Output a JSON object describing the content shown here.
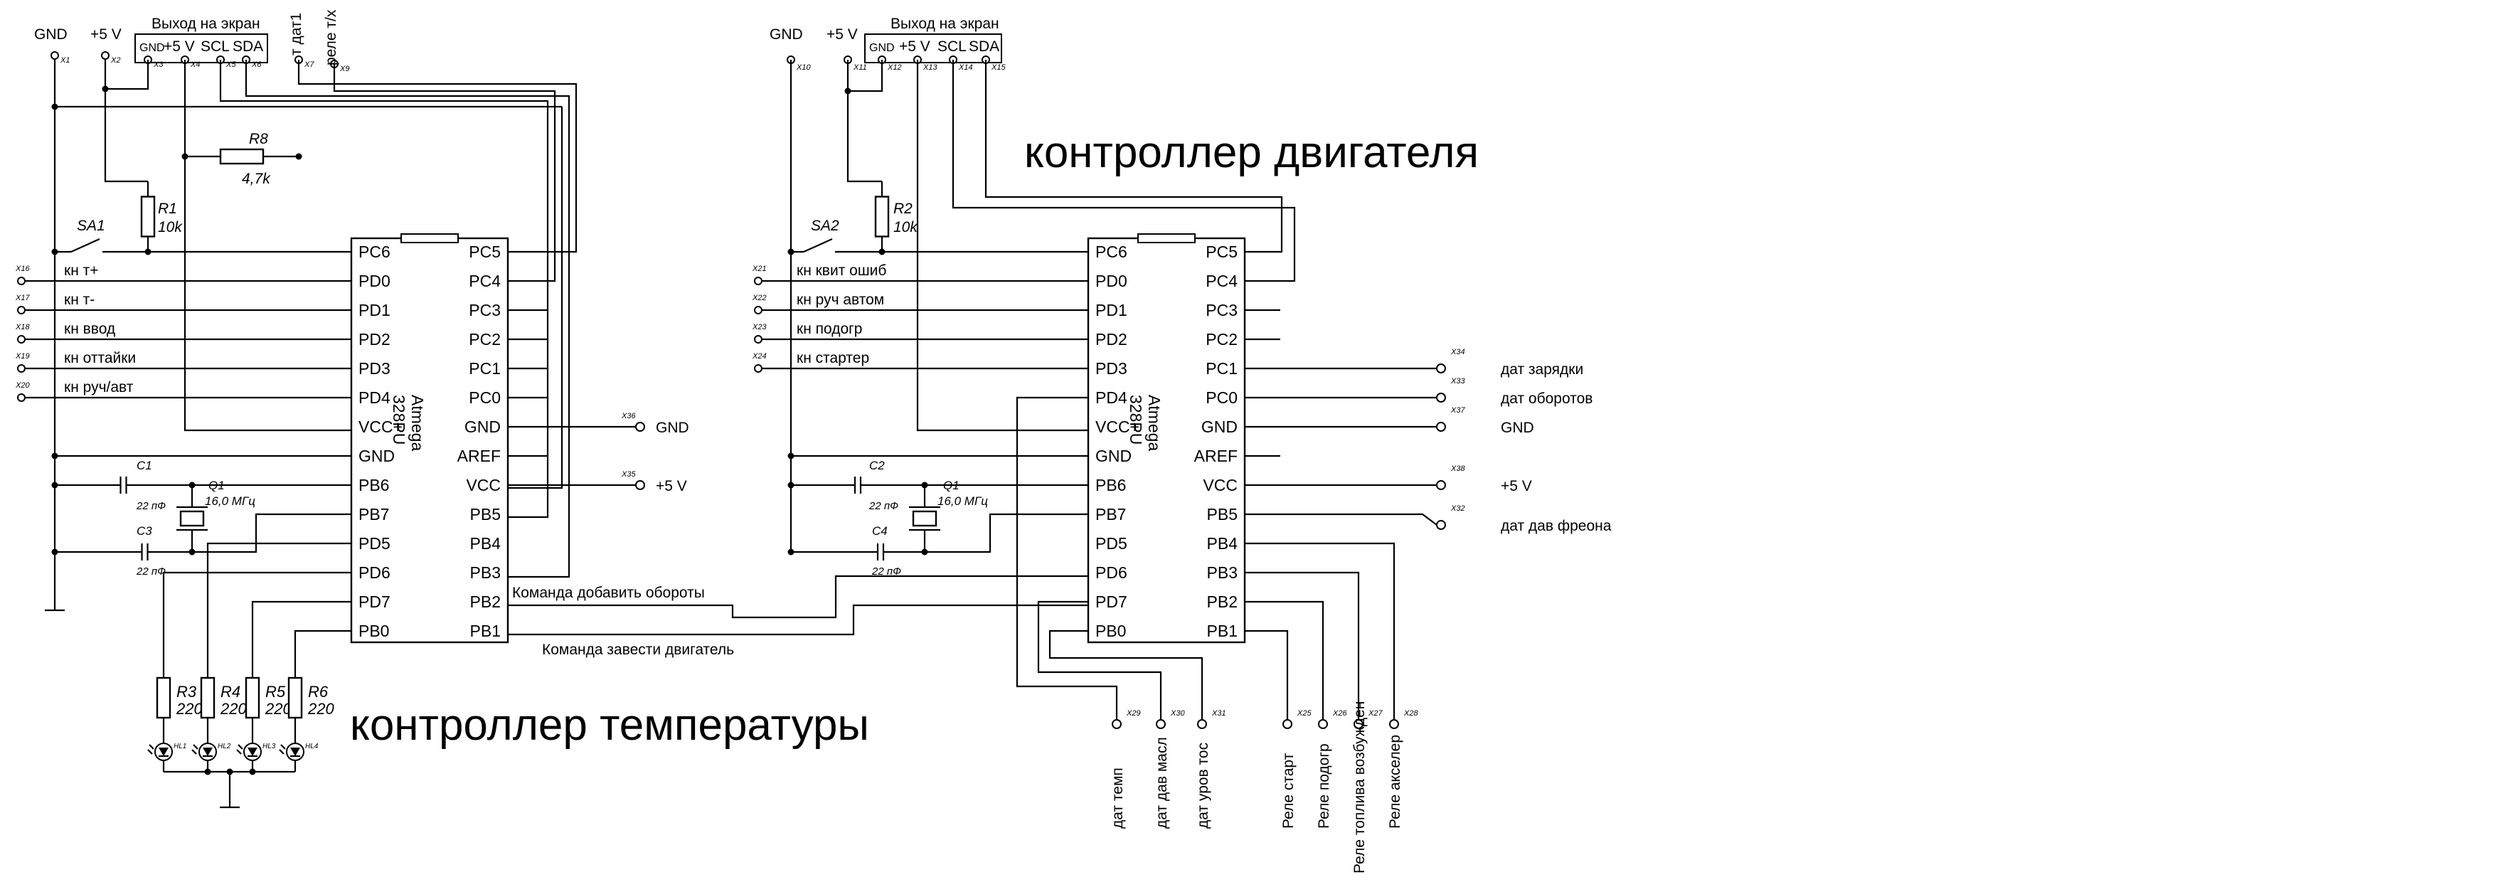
{
  "chip": {
    "name_line1": "Atmega",
    "name_line2": "328PU",
    "left_pins": [
      "PC6",
      "PD0",
      "PD1",
      "PD2",
      "PD3",
      "PD4",
      "VCC+",
      "GND",
      "PB6",
      "PB7",
      "PD5",
      "PD6",
      "PD7",
      "PB0"
    ],
    "right_pins": [
      "PC5",
      "PC4",
      "PC3",
      "PC2",
      "PC1",
      "PC0",
      "GND",
      "AREF",
      "VCC",
      "PB5",
      "PB4",
      "PB3",
      "PB2",
      "PB1"
    ]
  },
  "temp_controller": {
    "title": "контроллер температуры",
    "gnd_label": "GND",
    "vcc_label": "+5 V",
    "screen_title": "Выход на экран",
    "screen_pins": [
      "GND",
      "+5 V",
      "SCL",
      "SDA"
    ],
    "top_terminals": [
      "X1",
      "X2",
      "X3",
      "X4",
      "X5",
      "X6",
      "X7",
      "X9"
    ],
    "t_sensor_label": "т дат1",
    "relay_label": "реле т/х",
    "r8_name": "R8",
    "r8_value": "4,7k",
    "r1_name": "R1",
    "r1_value": "10k",
    "switch_name": "SA1",
    "inputs": [
      {
        "terminal": "X16",
        "label": "кн т+"
      },
      {
        "terminal": "X17",
        "label": "кн т-"
      },
      {
        "terminal": "X18",
        "label": "кн ввод"
      },
      {
        "terminal": "X19",
        "label": "кн оттайки"
      },
      {
        "terminal": "X20",
        "label": "кн руч/авт"
      }
    ],
    "c1_name": "C1",
    "c1_value": "22 пФ",
    "c3_name": "C3",
    "c3_value": "22 пФ",
    "q1_name": "Q1",
    "q1_value": "16,0 МГц",
    "gnd_out_terminal": "X36",
    "gnd_out_label": "GND",
    "vcc_out_terminal": "X35",
    "vcc_out_label": "+5 V",
    "resistors": [
      {
        "name": "R3",
        "value": "220"
      },
      {
        "name": "R4",
        "value": "220"
      },
      {
        "name": "R5",
        "value": "220"
      },
      {
        "name": "R6",
        "value": "220"
      }
    ],
    "leds": [
      "HL1",
      "HL2",
      "HL3",
      "HL4"
    ],
    "cmd_add_rpm": "Команда добавить обороты",
    "cmd_start_engine": "Команда завести двигатель"
  },
  "engine_controller": {
    "title": "контроллер двигателя",
    "gnd_label": "GND",
    "vcc_label": "+5 V",
    "screen_title": "Выход на экран",
    "screen_pins": [
      "GND",
      "+5 V",
      "SCL",
      "SDA"
    ],
    "top_terminals": [
      "X10",
      "X11",
      "X12",
      "X13",
      "X14",
      "X15"
    ],
    "r2_name": "R2",
    "r2_value": "10k",
    "switch_name": "SA2",
    "inputs": [
      {
        "terminal": "X21",
        "label": "кн квит ошиб"
      },
      {
        "terminal": "X22",
        "label": "кн руч автом"
      },
      {
        "terminal": "X23",
        "label": "кн подогр"
      },
      {
        "terminal": "X24",
        "label": "кн стартер"
      }
    ],
    "c2_name": "C2",
    "c2_value": "22 пФ",
    "c4_name": "C4",
    "c4_value": "22 пФ",
    "q1_name": "Q1",
    "q1_value": "16,0 МГц",
    "right_outputs": [
      {
        "terminal": "X34",
        "label": "дат зарядки"
      },
      {
        "terminal": "X33",
        "label": "дат оборотов"
      },
      {
        "terminal": "X37",
        "label": "GND"
      },
      {
        "terminal": "X38",
        "label": "+5 V"
      },
      {
        "terminal": "X32",
        "label": "дат дав фреона"
      }
    ],
    "bottom_outputs": [
      {
        "terminal": "X29",
        "label": "дат темп"
      },
      {
        "terminal": "X30",
        "label": "дат дав масл"
      },
      {
        "terminal": "X31",
        "label": "дат уров тос"
      },
      {
        "terminal": "X25",
        "label": "Реле старт"
      },
      {
        "terminal": "X26",
        "label": "Реле подогр"
      },
      {
        "terminal": "X27",
        "label": "Реле топлива возбужден"
      },
      {
        "terminal": "X28",
        "label": "Реле акселер"
      }
    ]
  }
}
